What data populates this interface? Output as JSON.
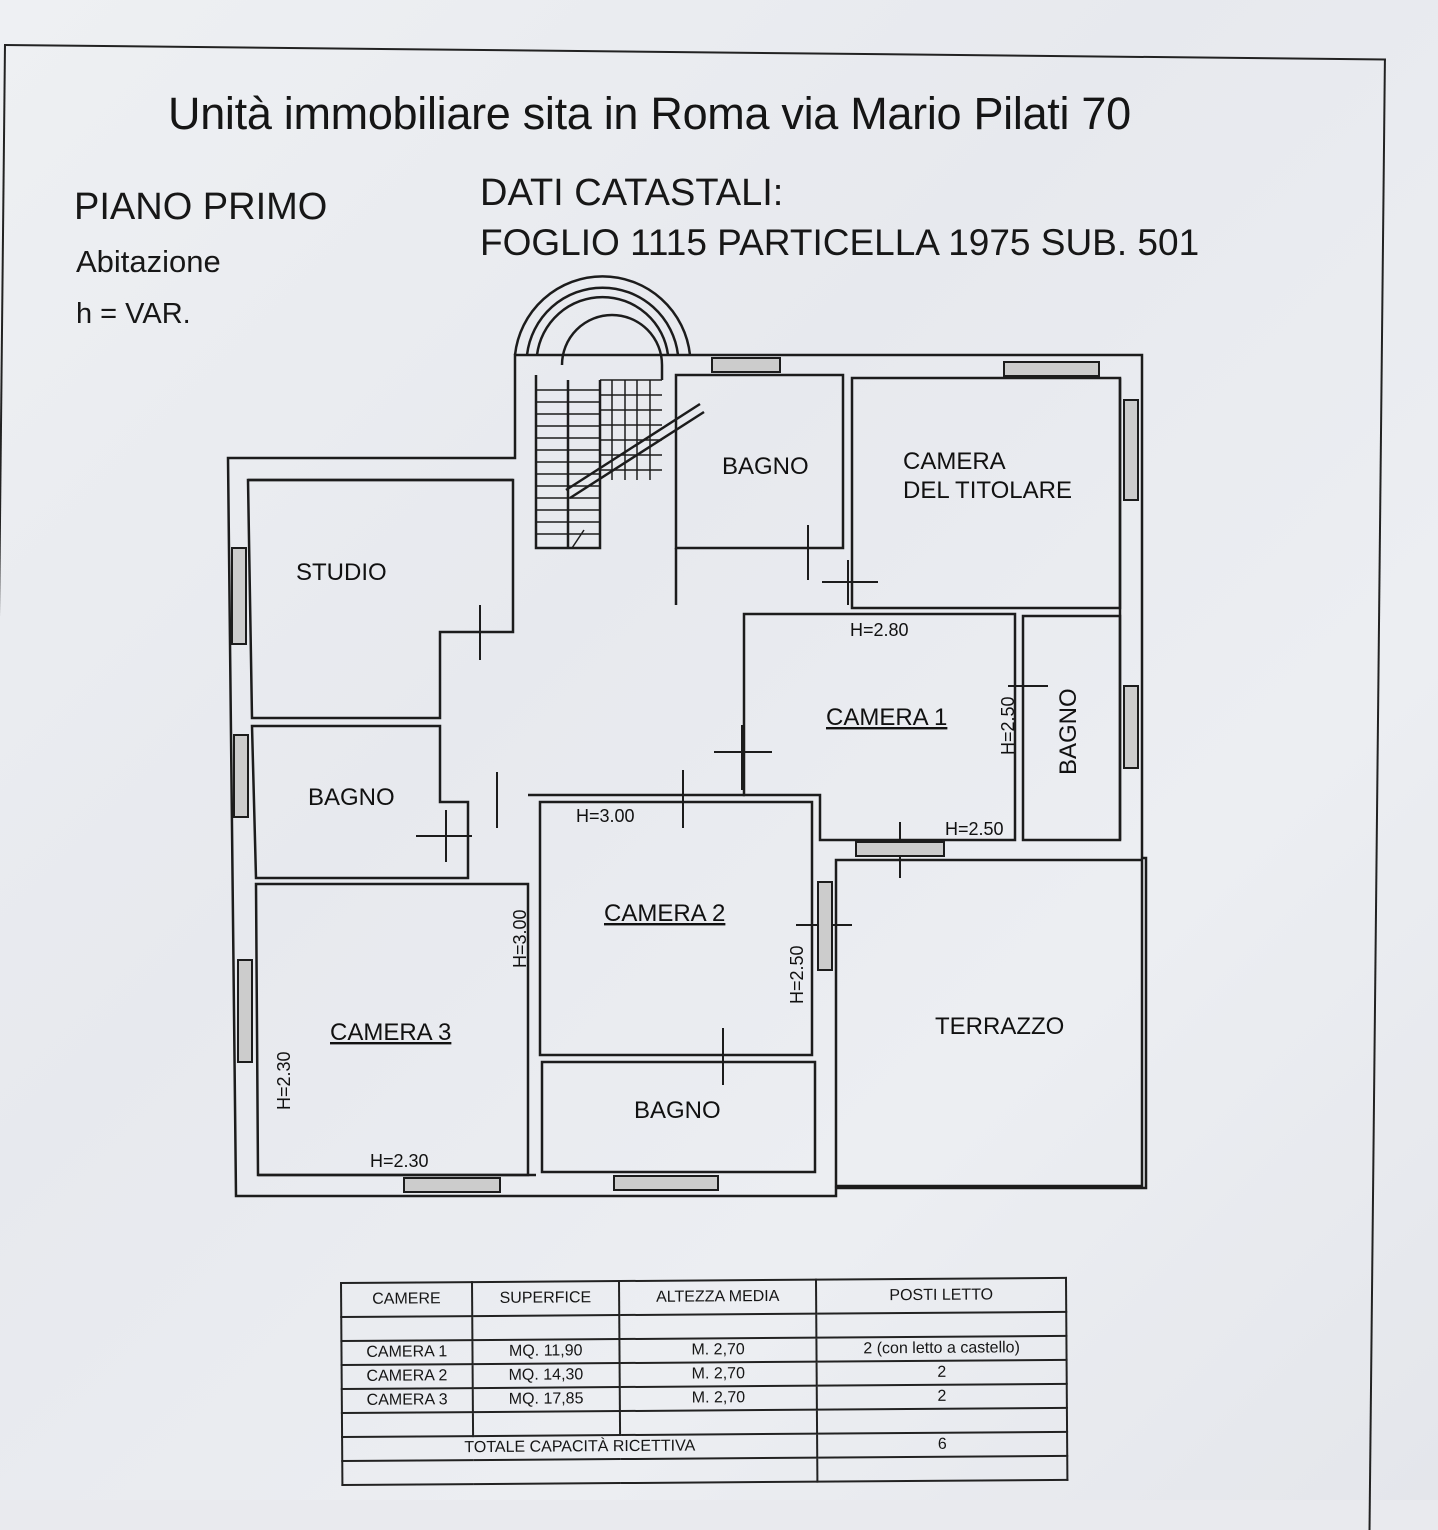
{
  "header": {
    "title": "Unità immobiliare sita in Roma via Mario Pilati 70",
    "floor": "PIANO PRIMO",
    "use": "Abitazione",
    "height": "h = VAR.",
    "cadastral_title": "DATI CATASTALI:",
    "cadastral_ref": "FOGLIO 1115 PARTICELLA 1975 SUB. 501"
  },
  "plan": {
    "rooms": {
      "bagno_top": "BAGNO",
      "camera_titolare_1": "CAMERA",
      "camera_titolare_2": "DEL TITOLARE",
      "studio": "STUDIO",
      "camera1": "CAMERA 1",
      "bagno_right": "BAGNO",
      "bagno_left": "BAGNO",
      "camera2": "CAMERA 2",
      "camera3": "CAMERA 3",
      "terrazzo": "TERRAZZO",
      "bagno_bottom": "BAGNO"
    },
    "heights": {
      "h280": "H=2.80",
      "h250_c1": "H=2.50",
      "h250_b": "H=2.50",
      "h300_a": "H=3.00",
      "h300_b": "H=3.00",
      "h250_c2": "H=2.50",
      "h230_a": "H=2.30",
      "h230_b": "H=2.30"
    }
  },
  "table": {
    "headers": [
      "CAMERE",
      "SUPERFICE",
      "ALTEZZA MEDIA",
      "POSTI LETTO"
    ],
    "rows": [
      [
        "CAMERA 1",
        "MQ. 11,90",
        "M. 2,70",
        "2 (con letto a castello)"
      ],
      [
        "CAMERA 2",
        "MQ. 14,30",
        "M. 2,70",
        "2"
      ],
      [
        "CAMERA 3",
        "MQ. 17,85",
        "M. 2,70",
        "2"
      ]
    ],
    "total_label": "TOTALE CAPACITÀ RICETTIVA",
    "total_value": "6"
  }
}
